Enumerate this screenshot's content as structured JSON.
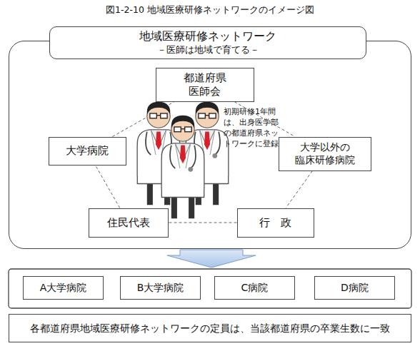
{
  "diagram": {
    "title": "図1-2-10 地域医療研修ネットワークのイメージ図",
    "nodes": [
      {
        "text": [
          "地域医療研修ネットワーク",
          "－医師は地域で育てる－"
        ]
      },
      {
        "text": [
          "都道府県 医師会"
        ],
        "in": 0
      },
      {
        "text": [
          "大学病院"
        ],
        "in": 0
      },
      {
        "text": [
          "大学以外の 臨床研修病院"
        ],
        "in": 0
      },
      {
        "text": [
          "住民代表"
        ],
        "in": 0
      },
      {
        "text": [
          "行　政"
        ],
        "in": 0
      },
      {
        "text": [
          "A大学病院"
        ]
      },
      {
        "text": [
          "B大学病院"
        ]
      },
      {
        "text": [
          "C病院"
        ]
      },
      {
        "text": [
          "D病院"
        ]
      },
      {
        "text": [
          "各都道府県地域医療研修ネットワークの定員は、当該都道府県の卒業生数に一致"
        ]
      }
    ],
    "edges": [
      {
        "from": 1,
        "to": 3,
        "arrow": "none"
      },
      {
        "from": 3,
        "to": 5,
        "arrow": "none"
      },
      {
        "from": 5,
        "to": 4,
        "arrow": "none"
      },
      {
        "from": 4,
        "to": 2,
        "arrow": "none"
      },
      {
        "from": 2,
        "to": 1,
        "arrow": "none"
      }
    ],
    "labels": [
      "初期研修1年間は、出身医学部の都道府県ネットワークに登録"
    ]
  }
}
